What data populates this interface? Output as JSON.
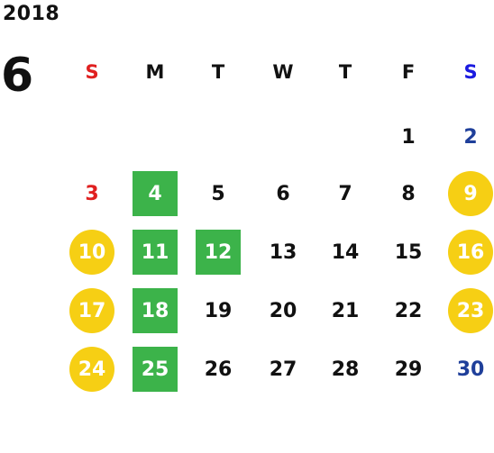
{
  "year": "2018",
  "month": "6",
  "colors": {
    "sunday": "#e02020",
    "saturday_header": "#1a1ae0",
    "saturday": "#1f3f9a",
    "green_highlight": "#3cb34a",
    "yellow_highlight": "#f6cf14"
  },
  "weekdays": [
    "S",
    "M",
    "T",
    "W",
    "T",
    "F",
    "S"
  ],
  "weeks": [
    [
      null,
      null,
      null,
      null,
      null,
      {
        "day": "1"
      },
      {
        "day": "2"
      }
    ],
    [
      {
        "day": "3"
      },
      {
        "day": "4",
        "mark": "green"
      },
      {
        "day": "5"
      },
      {
        "day": "6"
      },
      {
        "day": "7"
      },
      {
        "day": "8"
      },
      {
        "day": "9",
        "mark": "yellow"
      }
    ],
    [
      {
        "day": "10",
        "mark": "yellow"
      },
      {
        "day": "11",
        "mark": "green"
      },
      {
        "day": "12",
        "mark": "green"
      },
      {
        "day": "13"
      },
      {
        "day": "14"
      },
      {
        "day": "15"
      },
      {
        "day": "16",
        "mark": "yellow"
      }
    ],
    [
      {
        "day": "17",
        "mark": "yellow"
      },
      {
        "day": "18",
        "mark": "green"
      },
      {
        "day": "19"
      },
      {
        "day": "20"
      },
      {
        "day": "21"
      },
      {
        "day": "22"
      },
      {
        "day": "23",
        "mark": "yellow"
      }
    ],
    [
      {
        "day": "24",
        "mark": "yellow"
      },
      {
        "day": "25",
        "mark": "green"
      },
      {
        "day": "26"
      },
      {
        "day": "27"
      },
      {
        "day": "28"
      },
      {
        "day": "29"
      },
      {
        "day": "30"
      }
    ]
  ]
}
